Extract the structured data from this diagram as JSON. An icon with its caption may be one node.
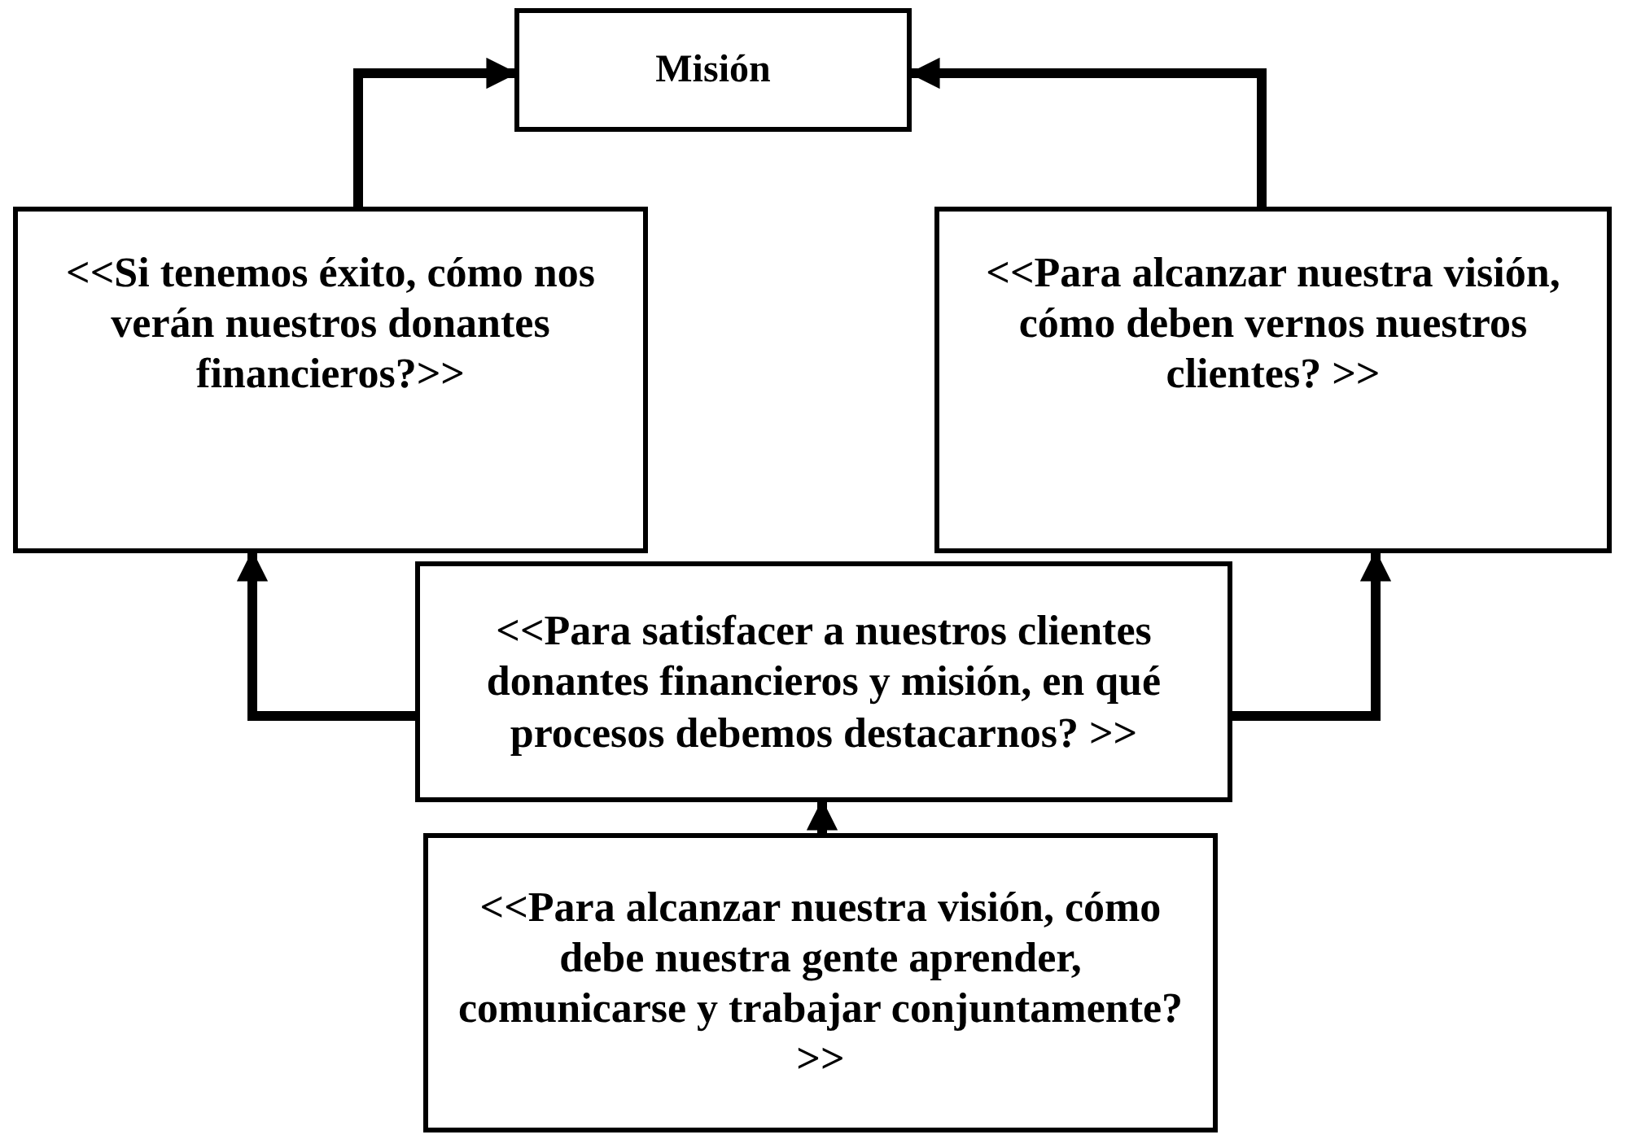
{
  "diagram": {
    "nodes": [
      {
        "text": [
          "Misión"
        ]
      },
      {
        "text": [
          "<<Si tenemos éxito, cómo nos verán nuestros donantes financieros?>>"
        ]
      },
      {
        "text": [
          "<<Para alcanzar nuestra visión, cómo deben vernos nuestros clientes? >>"
        ]
      },
      {
        "text": [
          "<<Para satisfacer a nuestros clientes donantes financieros y misión, en qué procesos debemos destacarnos? >>"
        ]
      },
      {
        "text": [
          "<<Para alcanzar nuestra visión, cómo debe nuestra gente aprender, comunicarse y trabajar conjuntamente?>>"
        ]
      }
    ],
    "edges": [
      {
        "from": 1,
        "to": 0,
        "arrow": "to"
      },
      {
        "from": 2,
        "to": 0,
        "arrow": "to"
      },
      {
        "from": 3,
        "to": 1,
        "arrow": "to"
      },
      {
        "from": 3,
        "to": 2,
        "arrow": "to"
      },
      {
        "from": 4,
        "to": 3,
        "arrow": "to"
      }
    ]
  }
}
